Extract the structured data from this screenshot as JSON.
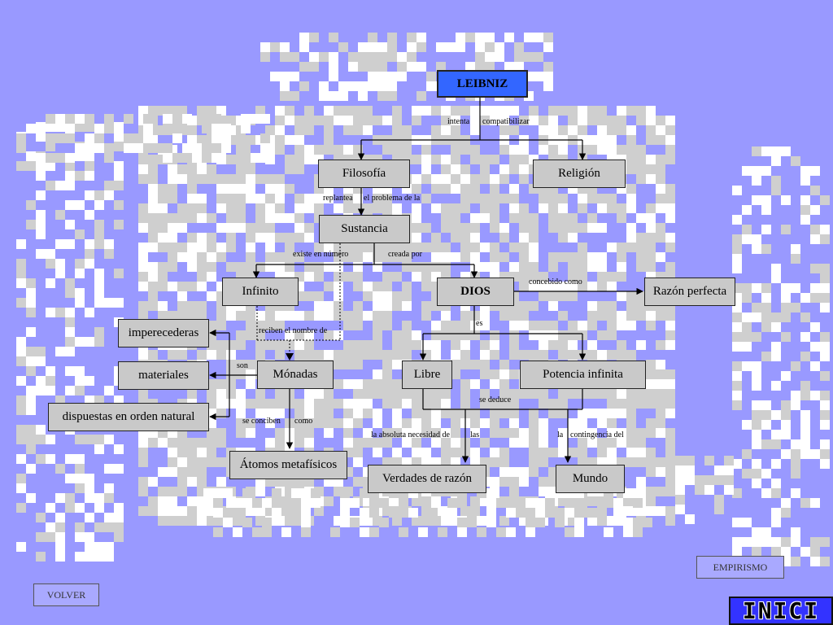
{
  "nodes": {
    "leibniz": "LEIBNIZ",
    "filosofia": "Filosofía",
    "religion": "Religión",
    "sustancia": "Sustancia",
    "infinito": "Infinito",
    "dios": "DIOS",
    "razon_perfecta": "Razón perfecta",
    "imperecederas": "imperecederas",
    "materiales": "materiales",
    "orden_natural": "dispuestas en orden natural",
    "monadas": "Mónadas",
    "libre": "Libre",
    "potencia_infinita": "Potencia infinita",
    "atomos": "Átomos metafísicos",
    "verdades_razon": "Verdades de razón",
    "mundo": "Mundo"
  },
  "links": {
    "intenta": "intenta",
    "compatibilizar": "compatibilizar",
    "replantea": "replantea",
    "el_problema_de_la": "el problema de la",
    "existe_en_numero": "existe en número",
    "creada_por": "creada por",
    "concebido_como": "concebido como",
    "es": "es",
    "reciben_el_nombre_de": "reciben el nombre de",
    "son": "son",
    "se_deduce": "se deduce",
    "se_conciben": "se conciben",
    "como": "como",
    "la_absoluta_necesidad_de": "la absoluta necesidad de",
    "las": "las",
    "la": "la",
    "contingencia_del": "contingencia del"
  },
  "nav": {
    "empirismo": "EMPIRISMO",
    "volver": "VOLVER",
    "inici": "INICI"
  },
  "colors": {
    "background": "#9999ff",
    "node_fill": "#c9c9c9",
    "root_fill": "#3366ff",
    "pixel_gray": "#cfcfcf",
    "pixel_white": "#ffffff"
  }
}
